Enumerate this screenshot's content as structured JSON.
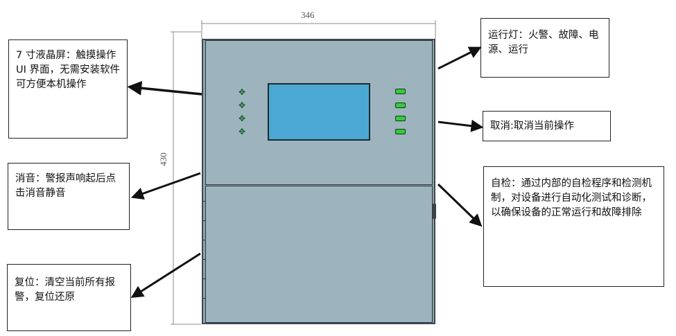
{
  "dimensions": {
    "width": "346",
    "height": "430"
  },
  "notes": {
    "touchscreen": "7 寸液晶屏：触摸操作 UI 界面，无需安装软件可方便本机操作",
    "indicators": "运行灯：火警、故障、电源、运行",
    "cancel": "取消:取消当前操作",
    "silence": "消音：警报声响起后点击消音静音",
    "selftest": "自检：通过内部的自检程序和检测机制，对设备进行自动化测试和诊断，以确保设备的正常运行和故障排除",
    "reset": "复位：清空当前所有报警，复位还原"
  },
  "device": {
    "led_color": "#36c93f",
    "button_icon": "cross-arrow-icon",
    "screen_color": "#4aa8d2",
    "panel_color": "#9db4be"
  }
}
